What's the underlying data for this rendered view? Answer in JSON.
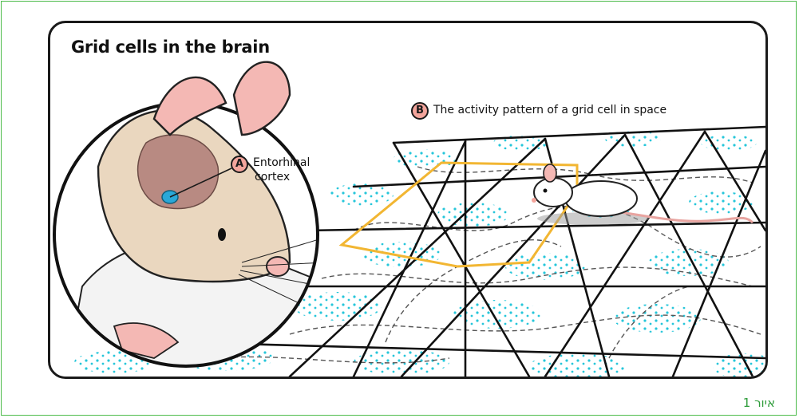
{
  "figure": {
    "title": "Grid cells in the brain",
    "label_a": {
      "badge": "A",
      "line1": "Entorhinal",
      "line2": "cortex"
    },
    "label_b": {
      "badge": "B",
      "text": "The activity pattern of a grid cell in space"
    },
    "caption": "איור 1"
  },
  "colors": {
    "frame_border": "#4cbb4a",
    "caption": "#2e9c3a",
    "badge_fill": "#f4a59c",
    "activity_spots": "#26c6da",
    "hexagon_outline": "#f2b632",
    "entorhinal_highlight": "#2aa8d8"
  }
}
